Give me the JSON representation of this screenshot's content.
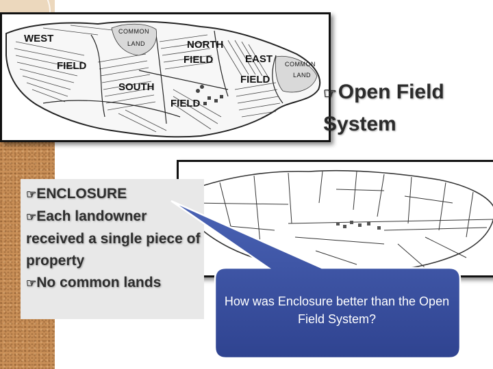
{
  "map_top": {
    "labels": {
      "west": "WEST",
      "west_field": "FIELD",
      "common_land_1a": "COMMON",
      "common_land_1b": "LAND",
      "north": "NORTH",
      "north_field": "FIELD",
      "east": "EAST",
      "east_field": "FIELD",
      "common_land_2a": "COMMON",
      "common_land_2b": "LAND",
      "south": "SOUTH",
      "south_field": "FIELD"
    }
  },
  "title": {
    "icon": "pointing-hand-icon",
    "line1": "Open Field",
    "line2": "System"
  },
  "bullets": {
    "icon": "pointing-hand-icon",
    "items": [
      "ENCLOSURE",
      "Each landowner received a single piece of property",
      "No common lands"
    ]
  },
  "callout": {
    "text": "How was Enclosure better than the Open Field System?",
    "fill": "#3a4f9e",
    "border": "#ffffff"
  },
  "colors": {
    "sidebar": "#c98f57",
    "title_text": "#2b2b2b",
    "bullet_panel": "#e8e8e8"
  }
}
